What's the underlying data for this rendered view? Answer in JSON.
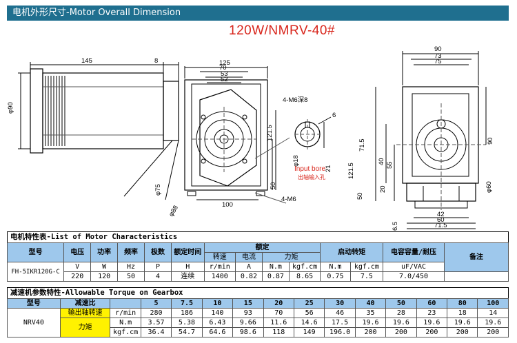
{
  "header": {
    "title": "电机外形尺寸-Motor Overall Dimension"
  },
  "drawing": {
    "model": "120W/NMRV-40#",
    "dims_left": [
      "145",
      "8",
      "φ90"
    ],
    "dims_mid": [
      "125",
      "70",
      "53",
      "52",
      "4-M6深8",
      "6",
      "121.5",
      "21",
      "50",
      "φ18",
      "φ75",
      "φ88",
      "100",
      "4-M6"
    ],
    "input_bore_label": "Input bore",
    "input_bore_cn": "出轴输入孔",
    "dims_right": [
      "90",
      "73",
      "75",
      "71.5",
      "121.5",
      "40",
      "55",
      "20",
      "50",
      "90",
      "φ60",
      "6.5",
      "42",
      "60",
      "71.5"
    ],
    "colors": {
      "accent": "#d8251b",
      "header": "#1f6f8f",
      "table_header": "#9ec8ec",
      "highlight": "#fff200"
    }
  },
  "motor_section": {
    "title": "电机特性表-List of Motor Characteristics"
  },
  "motor_table": {
    "h": {
      "model": "型号",
      "voltage": "电压",
      "power": "功率",
      "frequency": "频率",
      "poles": "极数",
      "rated_time": "额定时间",
      "rated": "额定",
      "start_torque": "启动转矩",
      "capacitor": "电容容量/耐压",
      "remarks": "备注",
      "speed": "转速",
      "current": "电流",
      "torque": "力矩"
    },
    "units": {
      "v": "V",
      "w": "W",
      "hz": "Hz",
      "p": "P",
      "h": "H",
      "rmin": "r/min",
      "a": "A",
      "nm": "N.m",
      "kgf": "kgf.cm",
      "nm2": "N.m",
      "kgf2": "kgf.cm",
      "uf": "uF/VAC"
    },
    "row": {
      "model": "FH-5IKR120G-C",
      "voltage": "220",
      "power": "120",
      "frequency": "50",
      "poles": "4",
      "rated_time": "连续",
      "speed": "1400",
      "current": "0.82",
      "torque_nm": "0.87",
      "torque_kgf": "8.65",
      "start_nm": "0.75",
      "start_kgf": "7.5",
      "capacitor": "7.0/450",
      "remarks": ""
    }
  },
  "gear_section": {
    "title": "减速机参数特性-Allowable Torque on Gearbox"
  },
  "gear_table": {
    "model_h": "型号",
    "ratio_h": "减速比",
    "model": "NRV40",
    "speed_h": "输出轴转速",
    "speed_unit": "r/min",
    "torque_h": "力矩",
    "nm_unit": "N.m",
    "kgf_unit": "kgf.cm",
    "ratios": [
      "5",
      "7.5",
      "10",
      "15",
      "20",
      "25",
      "30",
      "40",
      "50",
      "60",
      "80",
      "100"
    ],
    "speeds": [
      "280",
      "186",
      "140",
      "93",
      "70",
      "56",
      "46",
      "35",
      "28",
      "23",
      "18",
      "14"
    ],
    "torque_nm": [
      "3.57",
      "5.38",
      "6.43",
      "9.66",
      "11.6",
      "14.6",
      "17.5",
      "19.6",
      "19.6",
      "19.6",
      "19.6",
      "19.6"
    ],
    "torque_kgf": [
      "36.4",
      "54.7",
      "64.6",
      "98.6",
      "118",
      "149",
      "196.0",
      "200",
      "200",
      "200",
      "200",
      "200"
    ]
  }
}
